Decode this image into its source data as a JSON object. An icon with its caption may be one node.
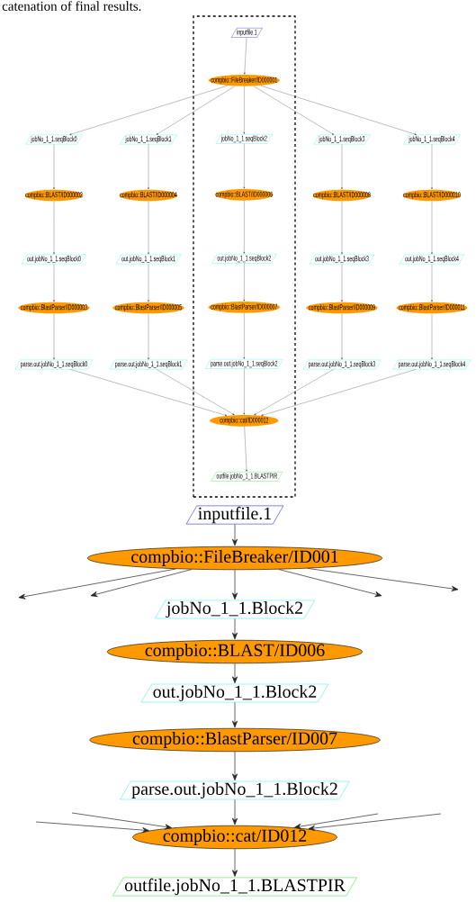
{
  "diagram": {
    "nodes": [
      {
        "text": [],
        "shape": "box"
      },
      {
        "text": [
          "inputfile.1"
        ],
        "in": 0
      },
      {
        "text": [
          "compbio::FileBreaker/ID000001"
        ],
        "in": 0
      },
      {
        "text": [
          "jobNo_1_1.seqBlock0"
        ]
      },
      {
        "text": [
          "jobNo_1_1.seqBlock1"
        ]
      },
      {
        "text": [
          "jobNo_1_1.seqBlock2"
        ],
        "in": 0
      },
      {
        "text": [
          "jobNo_1_1.seqBlock3"
        ]
      },
      {
        "text": [
          "jobNo_1_1.seqBlock4"
        ]
      },
      {
        "text": [
          "compbio::BLAST/ID000002"
        ]
      },
      {
        "text": [
          "compbio::BLAST/ID000004"
        ]
      },
      {
        "text": [
          "compbio::BLAST/ID000006"
        ],
        "in": 0
      },
      {
        "text": [
          "compbio::BLAST/ID000008"
        ]
      },
      {
        "text": [
          "compbio::BLAST/ID000010"
        ]
      },
      {
        "text": [
          "out.jobNo_1_1.seqBlock0"
        ]
      },
      {
        "text": [
          "out.jobNo_1_1.seqBlock1"
        ]
      },
      {
        "text": [
          "out.jobNo_1_1.seqBlock2"
        ],
        "in": 0
      },
      {
        "text": [
          "out.jobNo_1_1.seqBlock3"
        ]
      },
      {
        "text": [
          "out.jobNo_1_1.seqBlock4"
        ]
      },
      {
        "text": [
          "compbio::BlastParser/ID000003"
        ]
      },
      {
        "text": [
          "compbio::BlastParser/ID000005"
        ]
      },
      {
        "text": [
          "compbio::BlastParser/ID000007"
        ],
        "in": 0
      },
      {
        "text": [
          "compbio::BlastParser/ID000009"
        ]
      },
      {
        "text": [
          "compbio::BlastParser/ID000011"
        ]
      },
      {
        "text": [
          "parse.out.jobNo_1_1.seqBlock0"
        ]
      },
      {
        "text": [
          "parse.out.jobNo_1_1.seqBlock1"
        ]
      },
      {
        "text": [
          "parse.out.jobNo_1_1.seqBlock2"
        ],
        "in": 0
      },
      {
        "text": [
          "parse.out.jobNo_1_1.seqBlock3"
        ]
      },
      {
        "text": [
          "parse.out.jobNo_1_1.seqBlock4"
        ]
      },
      {
        "text": [
          "compbio::cat/ID000012"
        ],
        "in": 0
      },
      {
        "text": [
          "outfile.jobNo_1_1.BLASTPIR"
        ],
        "in": 0
      },
      {
        "text": [
          "inputfile.1"
        ]
      },
      {
        "text": [
          "compbio::FileBreaker/ID001"
        ]
      },
      {
        "text": [
          "jobNo_1_1.Block2"
        ]
      },
      {
        "text": [
          "compbio::BLAST/ID006"
        ]
      },
      {
        "text": [
          "out.jobNo_1_1.Block2"
        ]
      },
      {
        "text": [
          "compbio::BlastParser/ID007"
        ]
      },
      {
        "text": [
          "parse.out.jobNo_1_1.Block2"
        ]
      },
      {
        "text": [
          "compbio::cat/ID012"
        ]
      },
      {
        "text": [
          "outfile.jobNo_1_1.BLASTPIR"
        ]
      }
    ],
    "edges": [
      {
        "from": 1,
        "to": 2,
        "arrow": "to"
      },
      {
        "from": 2,
        "to": 3,
        "arrow": "to"
      },
      {
        "from": 2,
        "to": 4,
        "arrow": "to"
      },
      {
        "from": 2,
        "to": 5,
        "arrow": "to"
      },
      {
        "from": 2,
        "to": 6,
        "arrow": "to"
      },
      {
        "from": 2,
        "to": 7,
        "arrow": "to"
      },
      {
        "from": 3,
        "to": 8,
        "arrow": "to"
      },
      {
        "from": 4,
        "to": 9,
        "arrow": "to"
      },
      {
        "from": 5,
        "to": 10,
        "arrow": "to"
      },
      {
        "from": 6,
        "to": 11,
        "arrow": "to"
      },
      {
        "from": 7,
        "to": 12,
        "arrow": "to"
      },
      {
        "from": 8,
        "to": 13,
        "arrow": "to"
      },
      {
        "from": 9,
        "to": 14,
        "arrow": "to"
      },
      {
        "from": 10,
        "to": 15,
        "arrow": "to"
      },
      {
        "from": 11,
        "to": 16,
        "arrow": "to"
      },
      {
        "from": 12,
        "to": 17,
        "arrow": "to"
      },
      {
        "from": 13,
        "to": 18,
        "arrow": "to"
      },
      {
        "from": 14,
        "to": 19,
        "arrow": "to"
      },
      {
        "from": 15,
        "to": 20,
        "arrow": "to"
      },
      {
        "from": 16,
        "to": 21,
        "arrow": "to"
      },
      {
        "from": 17,
        "to": 22,
        "arrow": "to"
      },
      {
        "from": 18,
        "to": 23,
        "arrow": "to"
      },
      {
        "from": 19,
        "to": 24,
        "arrow": "to"
      },
      {
        "from": 20,
        "to": 25,
        "arrow": "to"
      },
      {
        "from": 21,
        "to": 26,
        "arrow": "to"
      },
      {
        "from": 22,
        "to": 27,
        "arrow": "to"
      },
      {
        "from": 23,
        "to": 28,
        "arrow": "to"
      },
      {
        "from": 24,
        "to": 28,
        "arrow": "to"
      },
      {
        "from": 25,
        "to": 28,
        "arrow": "to"
      },
      {
        "from": 26,
        "to": 28,
        "arrow": "to"
      },
      {
        "from": 27,
        "to": 28,
        "arrow": "to"
      },
      {
        "from": 28,
        "to": 29,
        "arrow": "to"
      },
      {
        "from": 30,
        "to": 31,
        "arrow": "to"
      },
      {
        "from": 31,
        "to": null,
        "arrow": "to"
      },
      {
        "from": 31,
        "to": null,
        "arrow": "to"
      },
      {
        "from": 31,
        "to": 32,
        "arrow": "to"
      },
      {
        "from": 31,
        "to": null,
        "arrow": "to"
      },
      {
        "from": 31,
        "to": null,
        "arrow": "to"
      },
      {
        "from": 32,
        "to": 33,
        "arrow": "to"
      },
      {
        "from": 33,
        "to": 34,
        "arrow": "to"
      },
      {
        "from": 34,
        "to": 35,
        "arrow": "to"
      },
      {
        "from": 35,
        "to": 36,
        "arrow": "to"
      },
      {
        "from": null,
        "to": 37,
        "arrow": "to"
      },
      {
        "from": null,
        "to": 37,
        "arrow": "to"
      },
      {
        "from": 36,
        "to": 37,
        "arrow": "to"
      },
      {
        "from": null,
        "to": 37,
        "arrow": "to"
      },
      {
        "from": null,
        "to": 37,
        "arrow": "to"
      },
      {
        "from": 37,
        "to": 38,
        "arrow": "to"
      }
    ],
    "labels": [
      "catenation of final results."
    ]
  }
}
